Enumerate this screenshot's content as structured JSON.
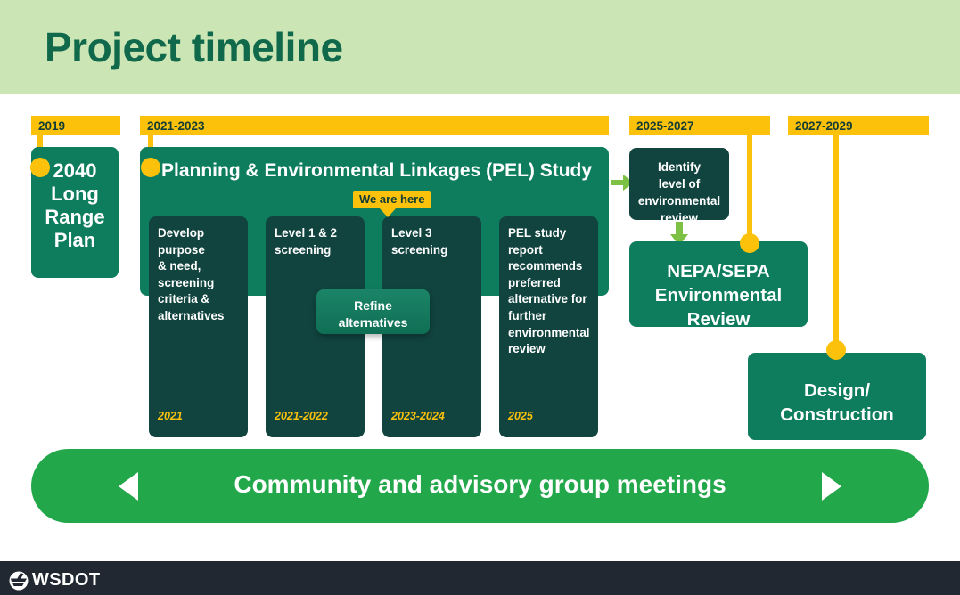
{
  "header": {
    "title": "Project timeline",
    "band_color": "#cce5b5",
    "title_color": "#10694a"
  },
  "colors": {
    "yellow": "#fbc10b",
    "teal_mid": "#0e7d5e",
    "teal_dark": "#11443f",
    "arrow_green": "#7cc144",
    "banner_green": "#22a74b",
    "footer_dark": "#212832"
  },
  "date_labels": [
    {
      "name": "date-2019",
      "text": "2019"
    },
    {
      "name": "date-2021-2023",
      "text": "2021-2023"
    },
    {
      "name": "date-2025-2027",
      "text": "2025-2027"
    },
    {
      "name": "date-2027-2029",
      "text": "2027-2029"
    }
  ],
  "phases": {
    "long_range_plan": {
      "label": "2040\nLong\nRange\nPlan"
    },
    "pel_study": {
      "title": "Planning & Environmental Linkages (PEL) Study",
      "we_are_here": "We are here",
      "steps": [
        {
          "name": "step-develop-purpose",
          "text": "Develop purpose\n& need, screening criteria & alternatives",
          "year": "2021"
        },
        {
          "name": "step-level-1-2-screening",
          "text": "Level 1 & 2 screening",
          "year": "2021-2022"
        },
        {
          "name": "step-level-3-screening",
          "text": "Level 3 screening",
          "year": "2023-2024"
        },
        {
          "name": "step-pel-study-report",
          "text": "PEL study report recommends preferred alternative for further environmental review",
          "year": "2025"
        }
      ],
      "refine": {
        "text": "Refine\nalternatives"
      }
    },
    "identify_level": {
      "text": "Identify\nlevel of\nenvironmental\nreview"
    },
    "nepa_sepa": {
      "text": "NEPA/SEPA\nEnvironmental\nReview"
    },
    "design_construction": {
      "text": "Design/\nConstruction"
    }
  },
  "banner": {
    "text": "Community and advisory group meetings",
    "left_arrow": "left-triangle-icon",
    "right_arrow": "right-triangle-icon"
  },
  "footer": {
    "agency": "WSDOT",
    "logo": "wsdot-circle-logo-icon"
  }
}
